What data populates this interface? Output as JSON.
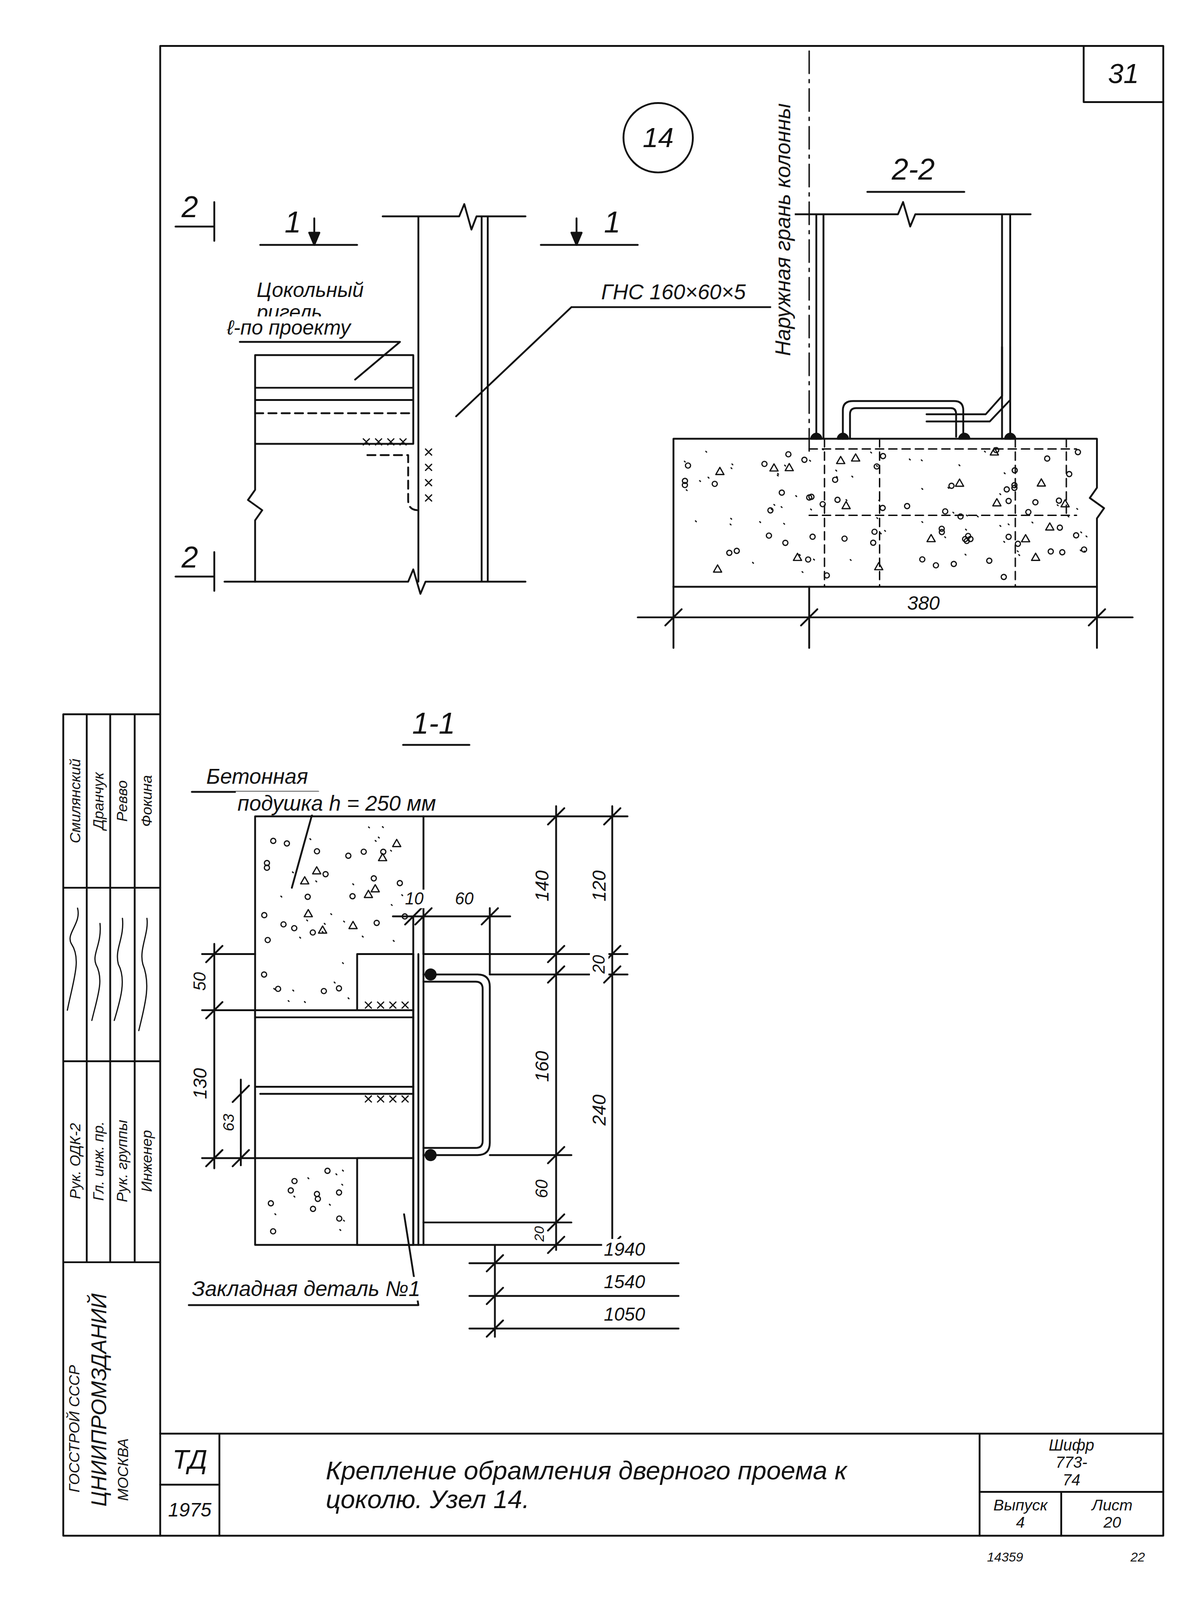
{
  "diagram": {
    "nodes": [
      {
        "text": [
          "31"
        ]
      },
      {
        "text": [
          "14"
        ]
      },
      {
        "text": [
          "ТД"
        ]
      },
      {
        "text": [
          "1975"
        ]
      },
      {
        "text": [
          "Крепление обрамления дверного проема к цоколю. Узел 14."
        ]
      },
      {
        "text": [
          "Шифр 773-74"
        ]
      },
      {
        "text": [
          "Выпуск 4"
        ]
      },
      {
        "text": [
          "Лист 20"
        ]
      }
    ],
    "labels": [
      "2",
      "2",
      "1",
      "1",
      "2-2",
      "Цокольный ригель",
      "ℓ-по проекту",
      "ГНС 160×60×5",
      "Наружная грань колонны",
      "380",
      "1-1",
      "Бетонная",
      "подушка h = 250 мм",
      "10",
      "60",
      "140",
      "120",
      "20",
      "50",
      "130",
      "63",
      "160",
      "240",
      "60",
      "20",
      "1940",
      "1540",
      "1050",
      "Закладная деталь №1",
      "ГОССТРОЙ СССР",
      "ЦНИИПРОМЗДАНИЙ",
      "МОСКВА",
      "Рук. ОДК-2",
      "Гл. инж. пр.",
      "Рук. группы",
      "Инженер",
      "Смилянский",
      "Дранчук",
      "Ревво",
      "Фокина",
      "14359",
      "22"
    ]
  }
}
